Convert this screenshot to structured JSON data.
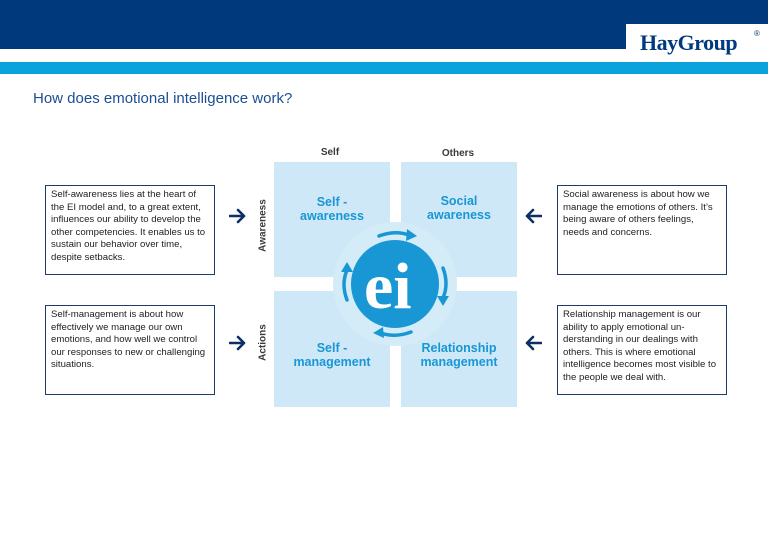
{
  "header": {
    "logo": "HayGroup",
    "logo_mark": "®"
  },
  "page_title": "How does emotional intelligence work?",
  "columns": [
    "Self",
    "Others"
  ],
  "rows": [
    "Awareness",
    "Actions"
  ],
  "quadrants": {
    "top_left": "Self -\nawareness",
    "top_right": "Social\nawareness",
    "bottom_left": "Self -\nmanagement",
    "bottom_right": "Relationship\nmanagement"
  },
  "center_logo": "ei",
  "descriptions": {
    "self_awareness": "Self-awareness lies at the heart of the EI model and, to a great extent, influences our ability to develop the other competencies. It enables us to sustain our behavior over time, despite setbacks.",
    "self_management": "Self-management is about how effectively we manage our own emotions, and how well we control our responses to new or challenging situations.",
    "social_awareness": "Social awareness is about how we manage the emotions of others. It’s being aware of others feelings, needs and concerns.",
    "relationship_management": "Relationship management is our ability to apply emotional un-derstanding in our dealings with others. This is where emotional intelligence becomes most visible to the people we deal with."
  },
  "colors": {
    "navy": "#003a7d",
    "cyan": "#0aa3dc",
    "quad_fill": "#cfe8f7",
    "quad_text": "#1897d4"
  },
  "icons": [
    "arrow-right-icon",
    "arrow-left-icon",
    "cycle-arrow-icon"
  ]
}
